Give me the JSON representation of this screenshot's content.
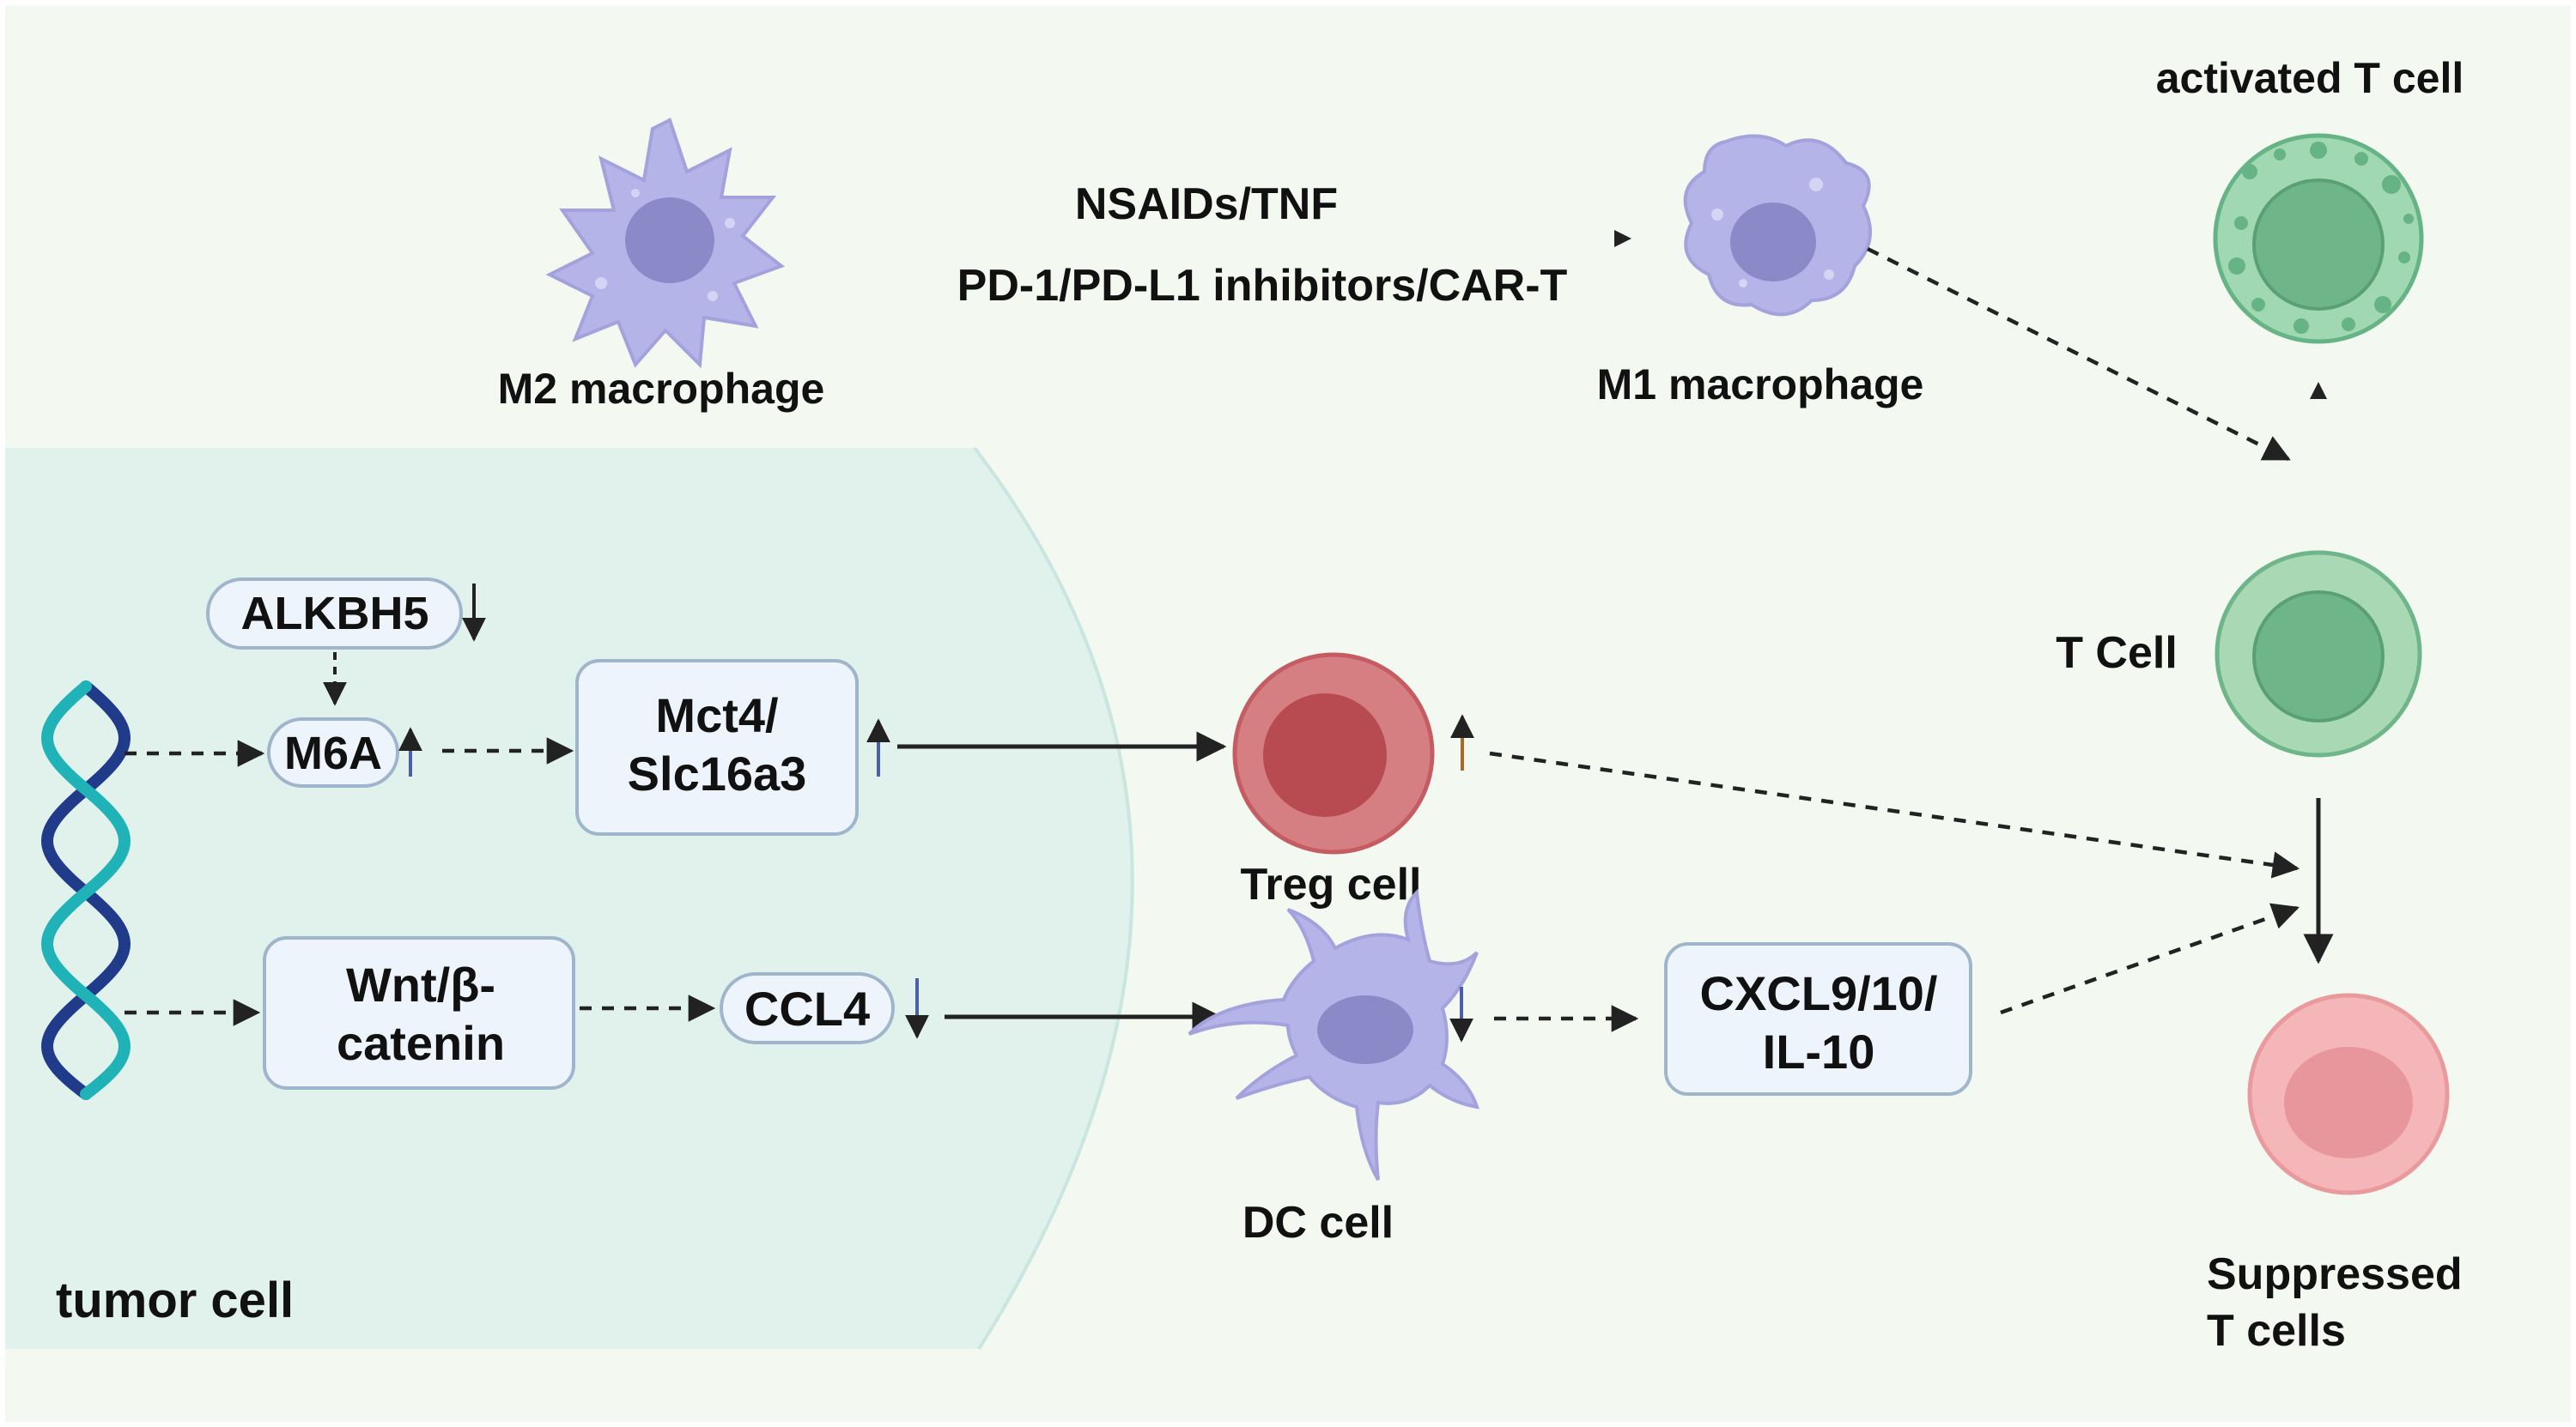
{
  "labels": {
    "m2": "M2 macrophage",
    "m1": "M1 macrophage",
    "activated_t": "activated T cell",
    "t_cell": "T Cell",
    "treg": "Treg cell",
    "dc": "DC cell",
    "suppressed_1": "Suppressed",
    "suppressed_2": "T cells",
    "tumor": "tumor cell",
    "arrow_top_1": "NSAIDs/TNF",
    "arrow_top_2": "PD-1/PD-L1 inhibitors/CAR-T"
  },
  "boxes": {
    "alkbh5": "ALKBH5",
    "m6a": "M6A",
    "mct4_1": "Mct4/",
    "mct4_2": "Slc16a3",
    "wnt_1": "Wnt/β-",
    "wnt_2": "catenin",
    "ccl4": "CCL4",
    "cxcl_1": "CXCL9/10/",
    "cxcl_2": "IL-10"
  },
  "colors": {
    "background": "#f3f8f0",
    "tumor_region": "#e1f1ec",
    "box_fill": "#edf4fb",
    "box_stroke": "#9fb5cc",
    "activated_t": "#7cc49a",
    "t_cell": "#6fb58a",
    "treg": "#c85a5f",
    "suppressed": "#f4b6b8",
    "macrophage": "#b5b4e8",
    "dna_dark": "#1f3b8a",
    "dna_light": "#1fb3b8"
  }
}
